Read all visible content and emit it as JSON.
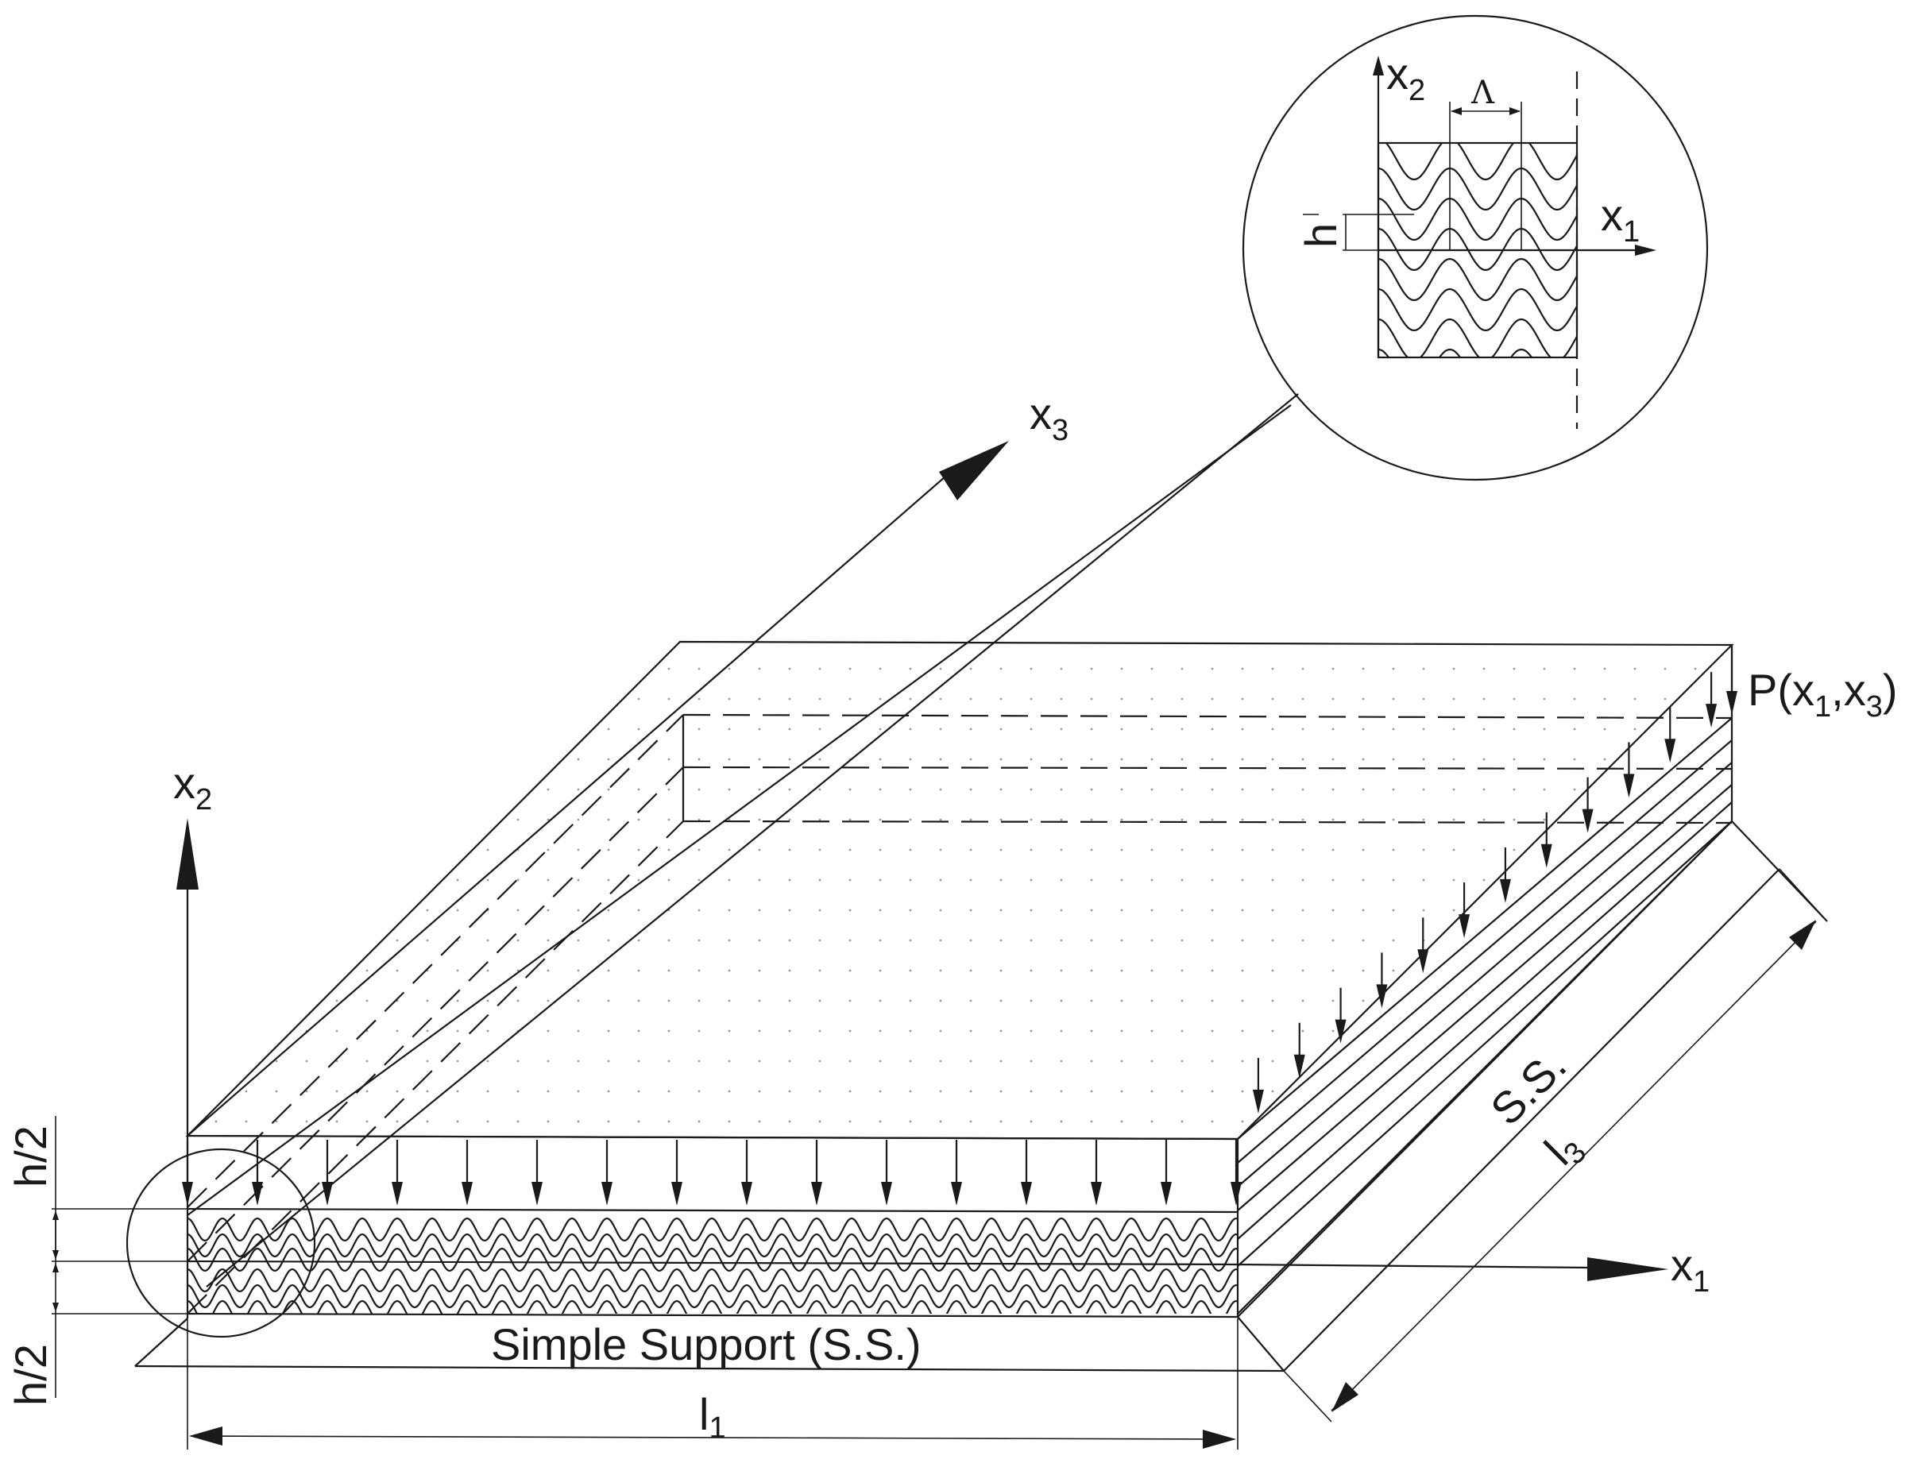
{
  "labels": {
    "x3_axis": "x",
    "x3_sub": "3",
    "x2_axis": "x",
    "x2_sub": "2",
    "x1_axis": "x",
    "x1_sub": "1",
    "load_P": "P(x",
    "load_sub1": "1",
    "load_comma": ",x",
    "load_sub3": "3",
    "load_close": ")",
    "half_top": "h/2",
    "half_bottom": "h/2",
    "support": "Simple Support (S.S.)",
    "ss": "S.S.",
    "l1_main": "l",
    "l1_sub": "1",
    "l3_main": "l",
    "l3_sub": "3",
    "inset_x2": "x",
    "inset_x2_sub": "2",
    "inset_x1": "x",
    "inset_x1_sub": "1",
    "inset_lambda": "Λ",
    "inset_h": "h"
  }
}
